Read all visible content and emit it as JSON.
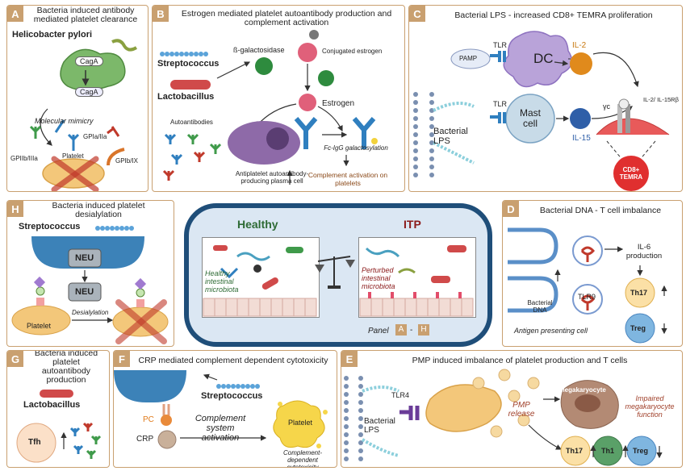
{
  "panels": {
    "A": {
      "letter": "A",
      "title": "Bacteria induced antibody mediated platelet clearance",
      "hpylori": "Helicobacter pylori",
      "caga1": "CagA",
      "caga2": "CagA",
      "mimicry": "Molecular mimicry",
      "gpiaiia": "GPIa/IIa",
      "gpiibiiia": "GPIIb/IIIa",
      "gpibix": "GPIb/IX",
      "platelet": "Platelet"
    },
    "B": {
      "letter": "B",
      "title": "Estrogen mediated platelet autoantibody production and complement activation",
      "strep": "Streptococcus",
      "lacto": "Lactobacillus",
      "bgal": "ß-galactosidase",
      "conj": "Conjugated estrogen",
      "estrogen": "Estrogen",
      "autoab": "Autoantibodies",
      "plasma": "Antiplatelet autoantibody-producing plasma cell",
      "fcigg": "Fc-IgG galactosylation",
      "compl": "Complement activation on platelets"
    },
    "C": {
      "letter": "C",
      "title": "Bacterial LPS - increased CD8+ TEMRA proliferation",
      "pamp": "PAMP",
      "tlr1": "TLR",
      "dc": "DC",
      "il2": "IL-2",
      "tlr2": "TLR",
      "mast": "Mast cell",
      "il15": "IL-15",
      "lps": "Bacterial LPS",
      "gc": "γc",
      "il2r": "IL-2/ IL-15Rβ",
      "cd8": "CD8+ TEMRA"
    },
    "D": {
      "letter": "D",
      "title": "Bacterial DNA - T cell imbalance",
      "il6": "IL-6 production",
      "bdna": "Bacterial DNA",
      "tlr9": "TLR9",
      "th17": "Th17",
      "treg": "Treg",
      "apc": "Antigen presenting cell"
    },
    "E": {
      "letter": "E",
      "title": "PMP induced imbalance of platelet production and T cells",
      "tlr4": "TLR4",
      "lps": "Bacterial LPS",
      "pmp": "PMP release",
      "mega": "Megakaryocyte",
      "impaired": "Impaired megakaryocyte function",
      "th17": "Th17",
      "th1": "Th1",
      "treg": "Treg"
    },
    "F": {
      "letter": "F",
      "title": "CRP mediated complement dependent cytotoxicity",
      "strep": "Streptococcus",
      "pc": "PC",
      "crp": "CRP",
      "csa": "Complement system activation",
      "platelet": "Platelet",
      "cdc": "Complement-dependent cytotoxicity"
    },
    "G": {
      "letter": "G",
      "title": "Bacteria induced platelet autoantibody production",
      "lacto": "Lactobacillus",
      "tfh": "Tfh"
    },
    "H": {
      "letter": "H",
      "title": "Bacteria induced platelet desialylation",
      "strep": "Streptococcus",
      "neu1": "NEU",
      "neu2": "NEU",
      "platelet": "Platelet",
      "desial": "Desialylation"
    }
  },
  "center": {
    "healthy": "Healthy",
    "itp": "ITP",
    "healthy_text": "Healthy intestinal microbiota",
    "itp_text": "Perturbed intestinal microbiota",
    "panel": "Panel",
    "a": "A",
    "dash": "-",
    "h": "H"
  },
  "colors": {
    "frame": "#c9a070",
    "healthy_green": "#2e6b35",
    "itp_red": "#8b1a1a",
    "center_border": "#1f4e79",
    "platelet": "#f3c77a",
    "antibody_blue": "#2f7fbf",
    "antibody_green": "#3f9a4a",
    "antibody_red": "#c0392b"
  }
}
